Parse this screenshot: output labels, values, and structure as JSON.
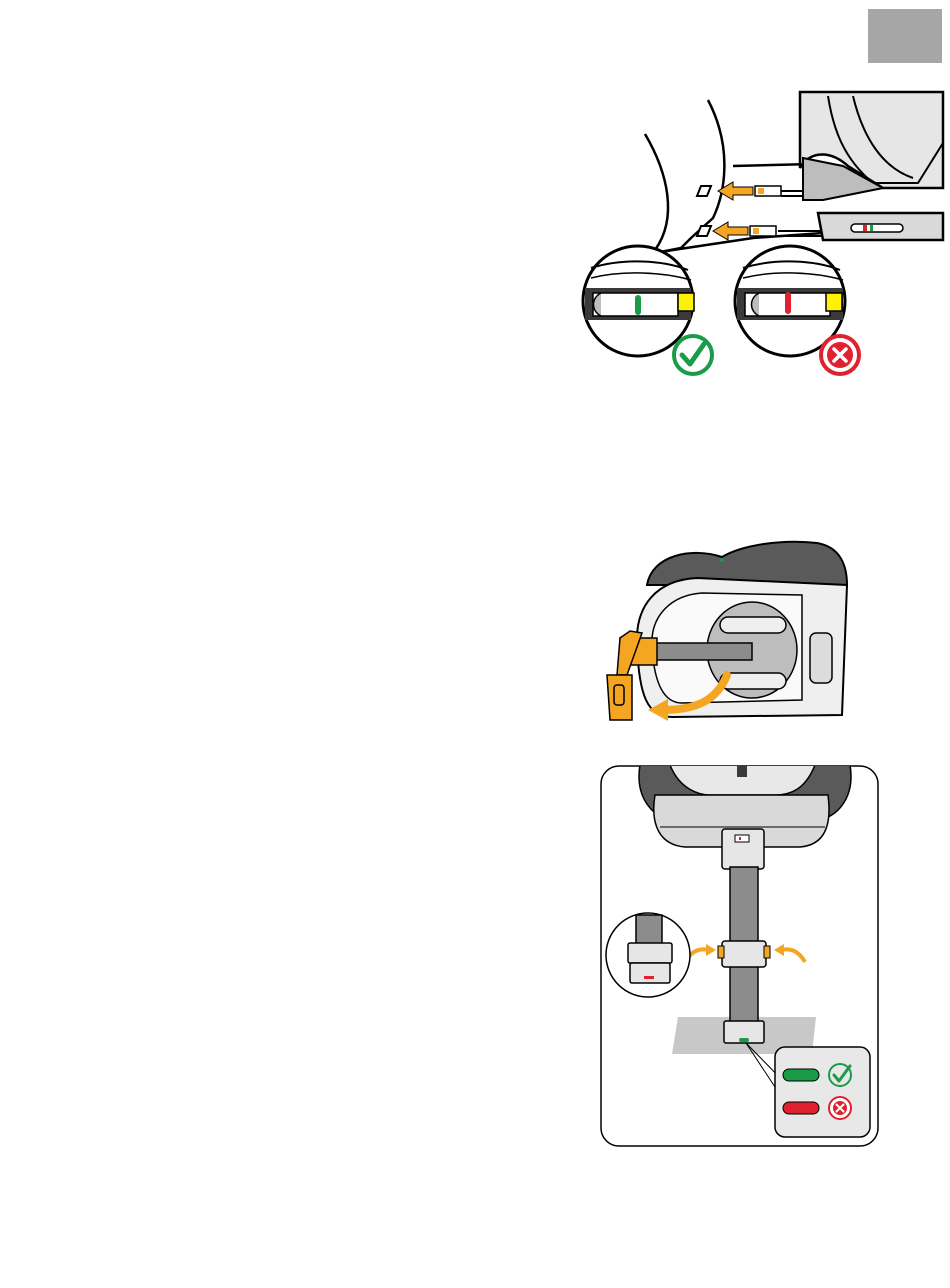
{
  "page": {
    "tab_color": "#a6a6a6"
  },
  "figures": [
    {
      "id": "isofix-connection",
      "icons": [
        "arrow-icon",
        "check-icon",
        "cross-icon"
      ],
      "indicator_states": [
        "green",
        "red"
      ]
    },
    {
      "id": "isofix-release-handle",
      "icons": [
        "curved-arrow-icon"
      ]
    },
    {
      "id": "support-leg-adjustment",
      "icons": [
        "arrow-icon",
        "check-icon",
        "cross-icon"
      ],
      "indicator_states": [
        "green",
        "red"
      ]
    }
  ],
  "colors": {
    "accent_orange": "#f4a522",
    "ok_green": "#1a9b48",
    "error_red": "#e0212f",
    "yellow": "#fff200",
    "dark_seat": "#4d4d4d",
    "mid_gray": "#8c8c8c",
    "light_gray": "#d6d6d6"
  }
}
